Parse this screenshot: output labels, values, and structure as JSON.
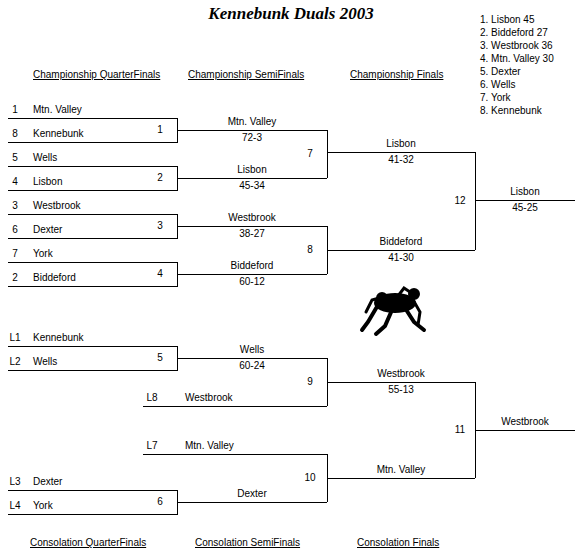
{
  "diagram": {
    "title": "Kennebunk Duals 2003",
    "labels": [
      "Championship QuarterFinals",
      "Championship SemiFinals",
      "Championship Finals",
      "1. Lisbon 45",
      "2. Biddeford 27",
      "3. Westbrook 36",
      "4. Mtn. Valley 30",
      "5. Dexter",
      "6. Wells",
      "7. York",
      "8. Kennebunk",
      "1",
      "Mtn. Valley",
      "8",
      "Kennebunk",
      "1",
      "5",
      "Wells",
      "4",
      "Lisbon",
      "2",
      "3",
      "Westbrook",
      "6",
      "Dexter",
      "3",
      "7",
      "York",
      "2",
      "Biddeford",
      "4",
      "Mtn. Valley",
      "72-3",
      "Lisbon",
      "45-34",
      "Westbrook",
      "38-27",
      "Biddeford",
      "60-12",
      "7",
      "8",
      "Lisbon",
      "41-32",
      "Biddeford",
      "41-30",
      "12",
      "Lisbon",
      "45-25",
      "L1",
      "Kennebunk",
      "L2",
      "Wells",
      "5",
      "Wells",
      "60-24",
      "L8",
      "Westbrook",
      "9",
      "Westbrook",
      "55-13",
      "L7",
      "Mtn. Valley",
      "10",
      "Mtn. Valley",
      "L3",
      "Dexter",
      "L4",
      "York",
      "6",
      "Dexter",
      "11",
      "Westbrook",
      "Consolation QuarterFinals",
      "Consolation SemiFinals",
      "Consolation Finals"
    ]
  }
}
